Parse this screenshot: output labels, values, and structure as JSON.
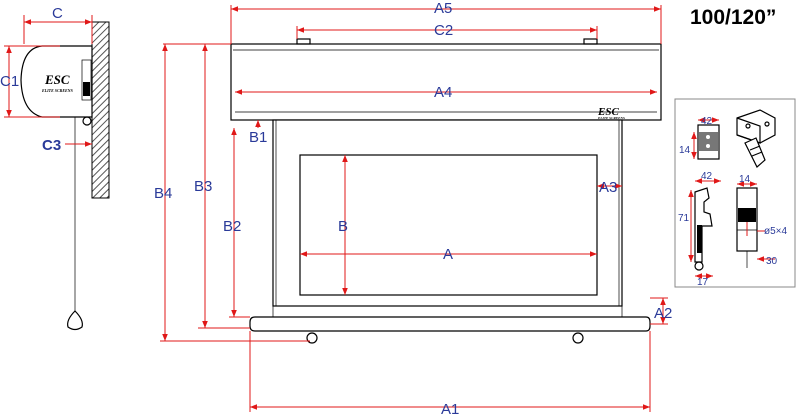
{
  "title": "100/120”",
  "logo": {
    "mark": "ESC",
    "text": "ELITE SCREENS"
  },
  "dimensions": {
    "a5": "A5",
    "c2": "C2",
    "a4": "A4",
    "a3": "A3",
    "a2": "A2",
    "a1": "A1",
    "a": "A",
    "b": "B",
    "b1": "B1",
    "b2": "B2",
    "b3": "B3",
    "b4": "B4",
    "c": "C",
    "c1": "C1",
    "c3": "C3"
  },
  "bracket": {
    "w42_top": "42",
    "h14": "14",
    "w42_mid": "42",
    "w14": "14",
    "hole": "ø5×4",
    "h71": "71",
    "w30": "30",
    "w17": "17"
  },
  "colors": {
    "dimension_line": "#e01818",
    "dimension_text": "#2a3a99"
  }
}
